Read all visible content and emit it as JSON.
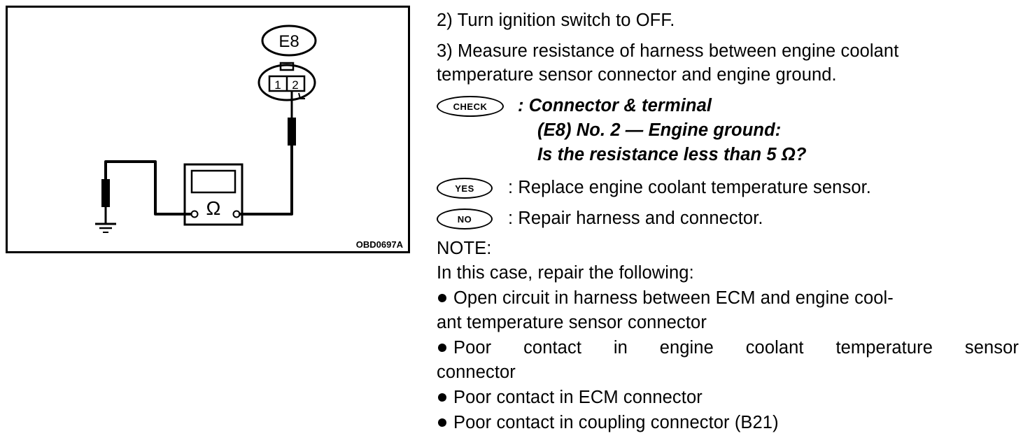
{
  "figure": {
    "connector_id": "E8",
    "pin_1": "1",
    "pin_2": "2",
    "ohm_symbol": "Ω",
    "figure_code": "OBD0697A"
  },
  "steps": {
    "step_2": "2)  Turn ignition switch to OFF.",
    "step_3_line1": "3)  Measure resistance of harness between engine coolant",
    "step_3_line2": "temperature sensor connector and engine ground."
  },
  "check": {
    "badge": "CHECK",
    "line1": ":  Connector & terminal",
    "line2": "(E8) No. 2 — Engine ground:",
    "line3": "Is the resistance less than 5 Ω?"
  },
  "yes": {
    "badge": "YES",
    "text": ":  Replace engine coolant temperature sensor."
  },
  "no": {
    "badge": "NO",
    "text": ":  Repair harness and connector."
  },
  "note": {
    "title": "NOTE:",
    "intro": "In this case, repair the following:",
    "items": [
      {
        "line1": "Open circuit in harness between ECM and engine cool-",
        "line2": "ant temperature sensor connector"
      },
      {
        "line1": "Poor contact in engine coolant temperature sensor",
        "line2": "connector"
      },
      {
        "line1": "Poor contact in ECM connector"
      },
      {
        "line1": "Poor contact in coupling connector (B21)"
      }
    ]
  }
}
